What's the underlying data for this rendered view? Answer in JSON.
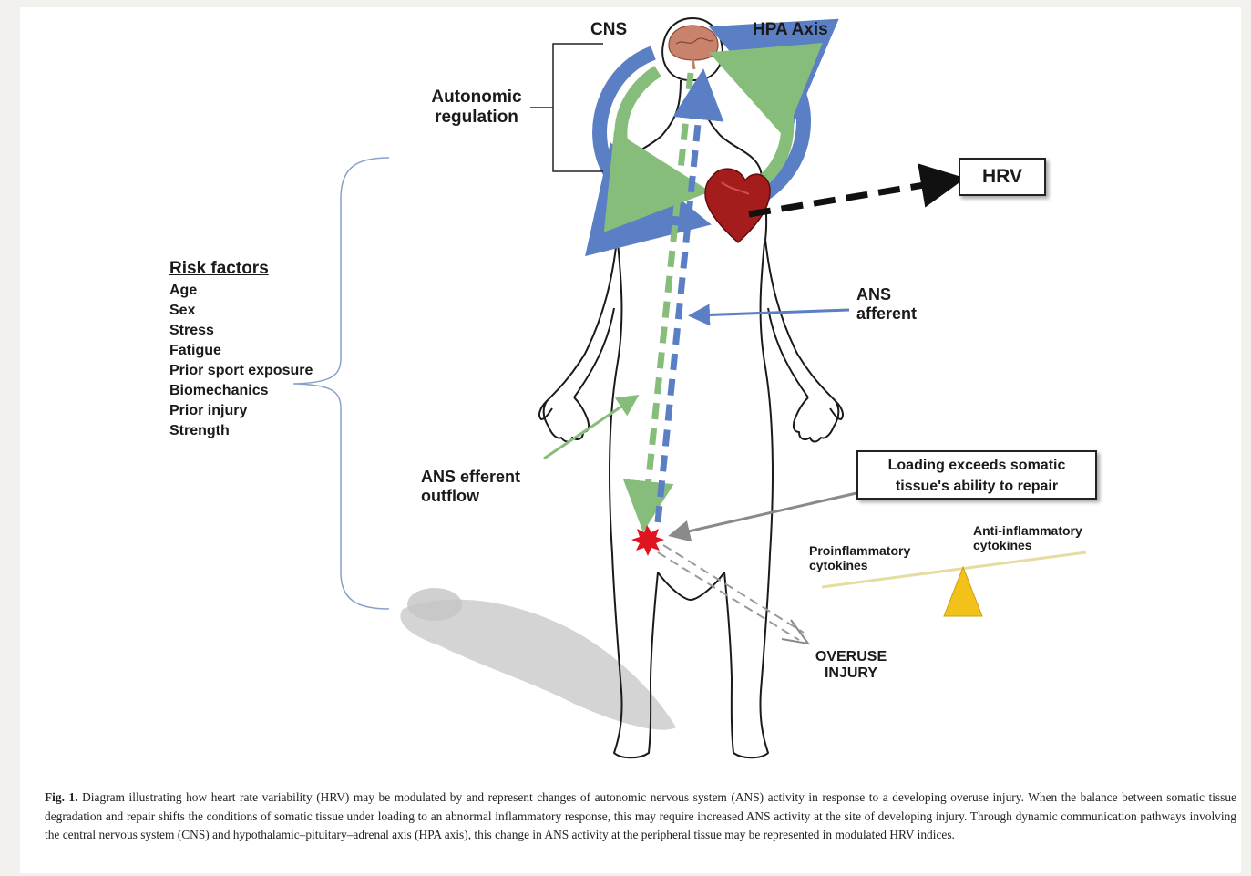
{
  "figure": {
    "labels": {
      "cns": "CNS",
      "hpa_axis": "HPA Axis",
      "autonomic_regulation_line1": "Autonomic",
      "autonomic_regulation_line2": "regulation",
      "hrv": "HRV",
      "ans_afferent_line1": "ANS",
      "ans_afferent_line2": "afferent",
      "ans_efferent_line1": "ANS efferent",
      "ans_efferent_line2": "outflow",
      "loading_line1": "Loading exceeds somatic",
      "loading_line2": "tissue's ability to repair",
      "proinflammatory_line1": "Proinflammatory",
      "proinflammatory_line2": "cytokines",
      "anti_inflammatory_line1": "Anti-inflammatory",
      "anti_inflammatory_line2": "cytokines",
      "overuse_line1": "OVERUSE",
      "overuse_line2": "INJURY"
    },
    "risk_factors": {
      "title": "Risk factors",
      "items": [
        "Age",
        "Sex",
        "Stress",
        "Fatigue",
        "Prior sport exposure",
        "Biomechanics",
        "Prior injury",
        "Strength"
      ]
    },
    "colors": {
      "blue_arrow": "#5b7fc4",
      "green_arrow": "#86bd7a",
      "heart": "#a51c1c",
      "injury_burst": "#e0141e",
      "fulcrum": "#f2c21a",
      "lever": "#e6dca0"
    }
  },
  "caption": {
    "label": "Fig. 1.",
    "text": "Diagram illustrating how heart rate variability (HRV) may be modulated by and represent changes of autonomic nervous system (ANS) activity in response to a developing overuse injury. When the balance between somatic tissue degradation and repair shifts the conditions of somatic tissue under loading to an abnormal inflammatory response, this may require increased ANS activity at the site of developing injury. Through dynamic communication pathways involving the central nervous system (CNS) and hypothalamic–pituitary–adrenal axis (HPA axis), this change in ANS activity at the peripheral tissue may be represented in modulated HRV indices."
  }
}
